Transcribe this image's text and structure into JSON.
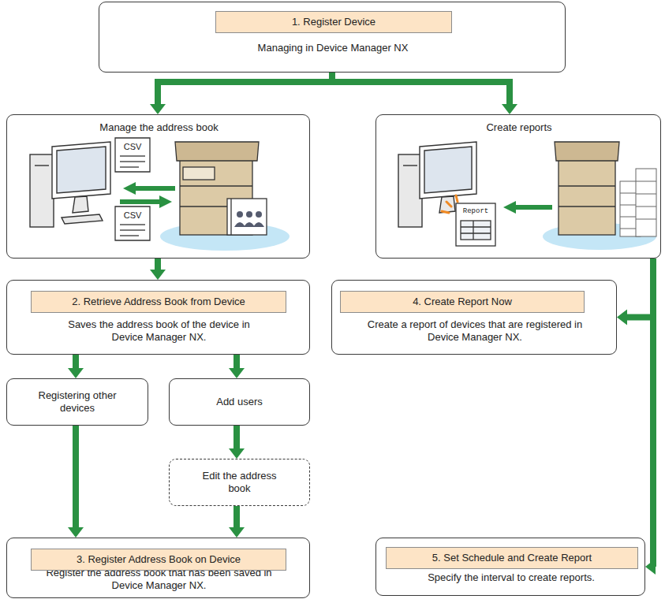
{
  "diagram": {
    "nodes": [
      {
        "text": [
          "Managing in Device Manager NX"
        ]
      },
      {
        "text": [
          "1. Register Device"
        ],
        "in": 0
      },
      {
        "text": [
          "Manage the address book"
        ]
      },
      {
        "text": [
          "Create reports"
        ]
      },
      {
        "text": [
          "Saves the address book of the device in Device Manager NX."
        ]
      },
      {
        "text": [
          "2. Retrieve Address Book from Device"
        ],
        "in": 4
      },
      {
        "text": [
          "Create a report of devices that are registered in Device Manager NX."
        ]
      },
      {
        "text": [
          "4. Create Report Now"
        ],
        "in": 6
      },
      {
        "text": [
          "Registering other devices"
        ]
      },
      {
        "text": [
          "Add users"
        ]
      },
      {
        "text": [
          "Edit the address book"
        ]
      },
      {
        "text": [
          "Register the address book that has been saved in Device Manager NX."
        ]
      },
      {
        "text": [
          "3. Register Address Book on Device"
        ],
        "in": 11
      },
      {
        "text": [
          "Specify the interval to create reports."
        ]
      },
      {
        "text": [
          "5. Set Schedule and Create Report"
        ],
        "in": 13
      }
    ],
    "edges": [
      {
        "from": 0,
        "to": 2,
        "arrow": "to"
      },
      {
        "from": 0,
        "to": 3,
        "arrow": "to"
      },
      {
        "from": 2,
        "to": 4,
        "arrow": "to"
      },
      {
        "from": 4,
        "to": 8,
        "arrow": "to"
      },
      {
        "from": 4,
        "to": 9,
        "arrow": "to"
      },
      {
        "from": 9,
        "to": 10,
        "arrow": "to"
      },
      {
        "from": 10,
        "to": 11,
        "arrow": "to"
      },
      {
        "from": 8,
        "to": 11,
        "arrow": "to"
      },
      {
        "from": 3,
        "to": 6,
        "arrow": "to"
      },
      {
        "from": 3,
        "to": 13,
        "arrow": "to"
      }
    ],
    "labels": [
      "CSV",
      "CSV",
      "Report"
    ]
  }
}
